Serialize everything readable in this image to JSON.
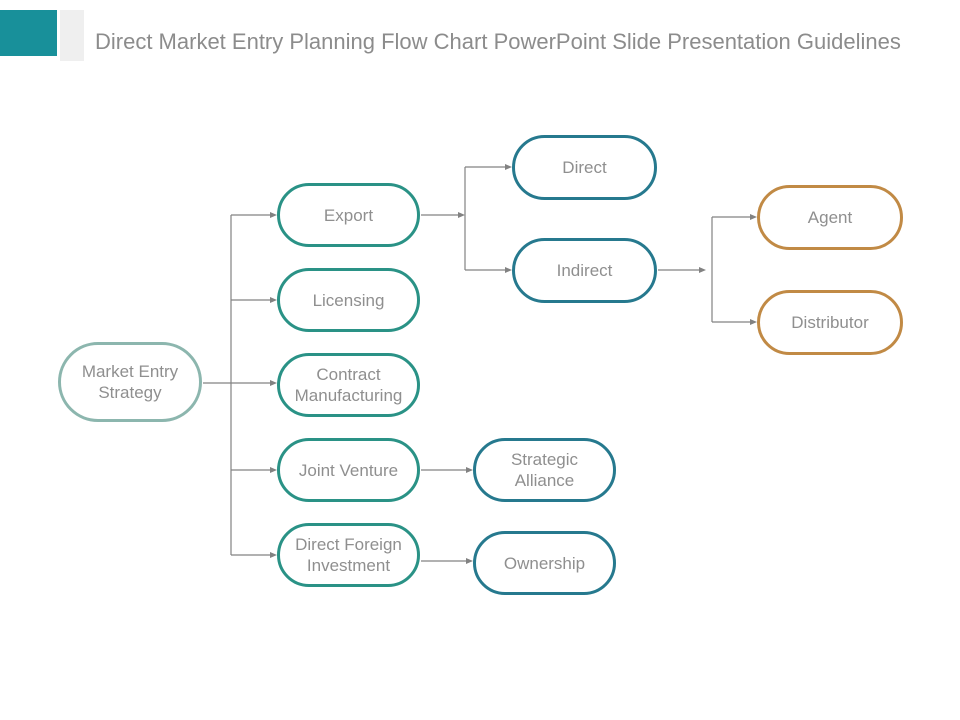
{
  "header": {
    "title": "Direct Market Entry Planning Flow Chart PowerPoint Slide Presentation Guidelines",
    "accent_color": "#18909a",
    "gray_block_color": "#efefef",
    "title_color": "#8c8c8c"
  },
  "palette": {
    "teal_green": "#2a9286",
    "teal_blue": "#26798e",
    "sage": "#8cb6ae",
    "orange": "#c18a45",
    "connector_gray": "#828282",
    "node_text_gray": "#8f8f8f"
  },
  "flowchart": {
    "nodes": {
      "market_entry_strategy": {
        "label": "Market Entry\nStrategy",
        "color": "#8cb6ae"
      },
      "export": {
        "label": "Export",
        "color": "#2a9286"
      },
      "licensing": {
        "label": "Licensing",
        "color": "#2a9286"
      },
      "contract_manufacturing": {
        "label": "Contract\nManufacturing",
        "color": "#2a9286"
      },
      "joint_venture": {
        "label": "Joint Venture",
        "color": "#2a9286"
      },
      "direct_foreign_investment": {
        "label": "Direct Foreign\nInvestment",
        "color": "#2a9286"
      },
      "direct": {
        "label": "Direct",
        "color": "#26798e"
      },
      "indirect": {
        "label": "Indirect",
        "color": "#26798e"
      },
      "strategic_alliance": {
        "label": "Strategic\nAlliance",
        "color": "#26798e"
      },
      "ownership": {
        "label": "Ownership",
        "color": "#26798e"
      },
      "agent": {
        "label": "Agent",
        "color": "#c18a45"
      },
      "distributor": {
        "label": "Distributor",
        "color": "#c18a45"
      }
    },
    "edges": [
      {
        "from": "market_entry_strategy",
        "to": "export"
      },
      {
        "from": "market_entry_strategy",
        "to": "licensing"
      },
      {
        "from": "market_entry_strategy",
        "to": "contract_manufacturing"
      },
      {
        "from": "market_entry_strategy",
        "to": "joint_venture"
      },
      {
        "from": "market_entry_strategy",
        "to": "direct_foreign_investment"
      },
      {
        "from": "export",
        "to": "direct"
      },
      {
        "from": "export",
        "to": "indirect"
      },
      {
        "from": "indirect",
        "to": "agent"
      },
      {
        "from": "indirect",
        "to": "distributor"
      },
      {
        "from": "joint_venture",
        "to": "strategic_alliance"
      },
      {
        "from": "direct_foreign_investment",
        "to": "ownership"
      }
    ]
  }
}
